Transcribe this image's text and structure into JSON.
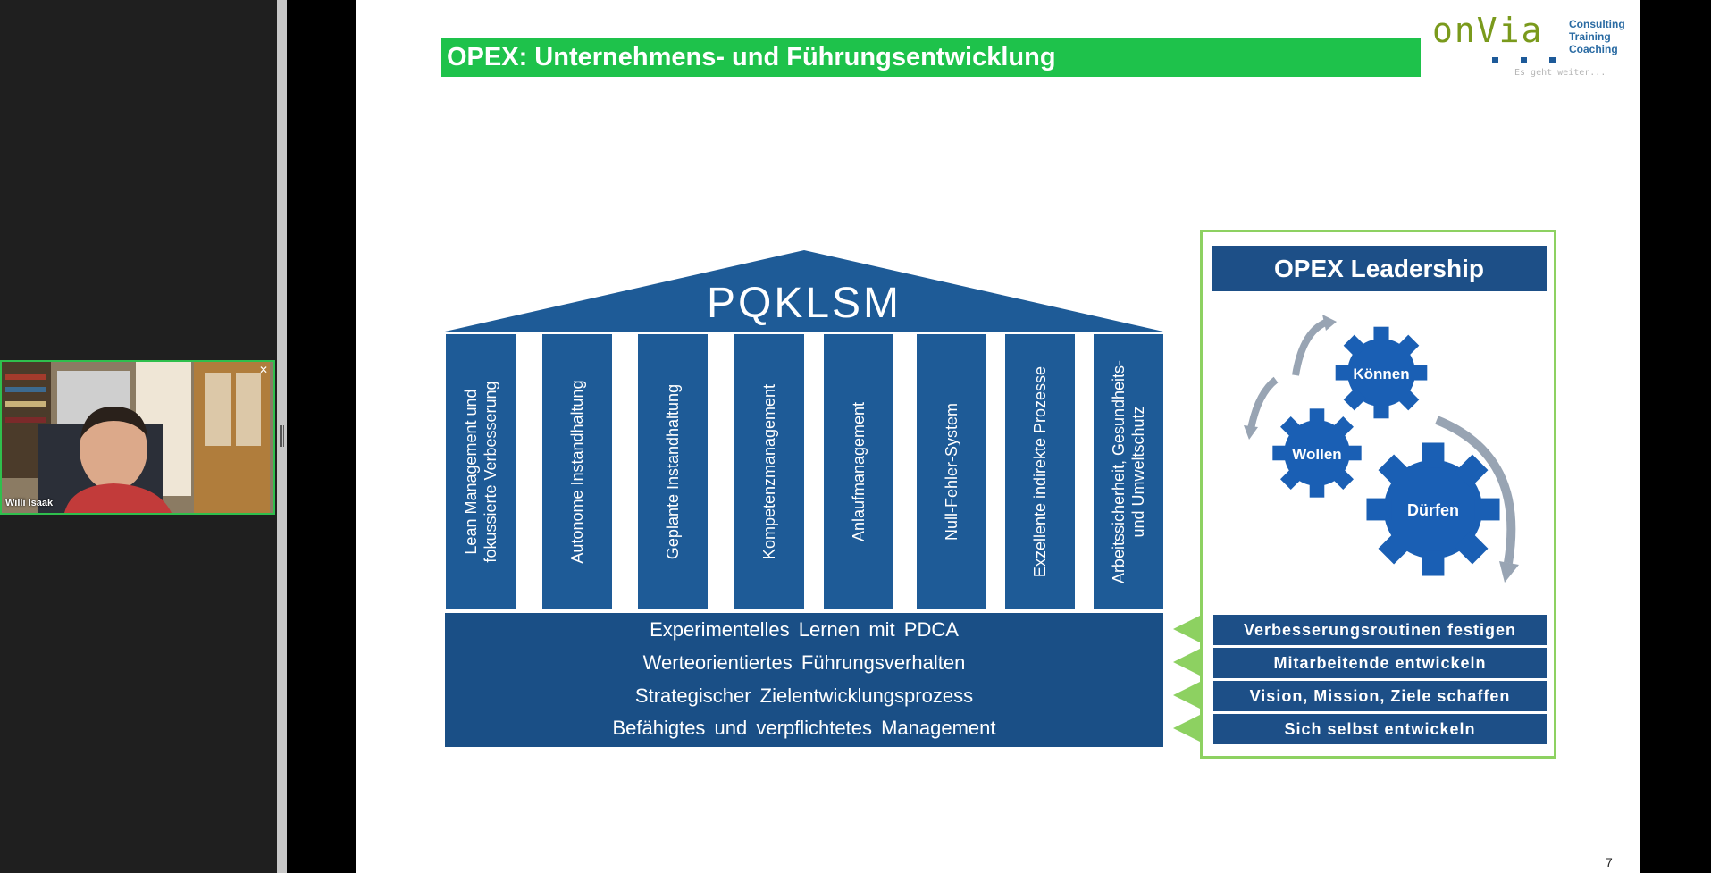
{
  "participant": {
    "name": "Willi Isaak",
    "close_label": "✕"
  },
  "slide": {
    "title": "OPEX: Unternehmens- und Führungsentwicklung",
    "logo": {
      "brand": "onVia",
      "tagline": [
        "Consulting",
        "Training",
        "Coaching"
      ],
      "slogan": "Es geht weiter..."
    },
    "house": {
      "roof_label": "PQKLSM",
      "pillars": [
        "Lean Management und\nfokussierte Verbesserung",
        "Autonome Instandhaltung",
        "Geplante Instandhaltung",
        "Kompetenzmanagement",
        "Anlaufmanagement",
        "Null-Fehler-System",
        "Exzellente indirekte Prozesse",
        "Arbeitssicherheit, Gesundheits-\nund Umweltschutz"
      ],
      "foundation": [
        "Experimentelles Lernen mit PDCA",
        "Werteorientiertes Führungsverhalten",
        "Strategischer Zielentwicklungsprozess",
        "Befähigtes und verpflichtetes Management"
      ]
    },
    "leadership": {
      "header": "OPEX Leadership",
      "gears": [
        "Können",
        "Wollen",
        "Dürfen"
      ],
      "rows": [
        "Verbesserungsroutinen festigen",
        "Mitarbeitende entwickeln",
        "Vision, Mission, Ziele schaffen",
        "Sich selbst entwickeln"
      ]
    },
    "page_number": "7"
  },
  "colors": {
    "title_green": "#1ec24b",
    "house_blue": "#1e5b97",
    "foundation_blue": "#1a4f86",
    "frame_green": "#8dd161",
    "gear_blue": "#1a5fb4"
  }
}
